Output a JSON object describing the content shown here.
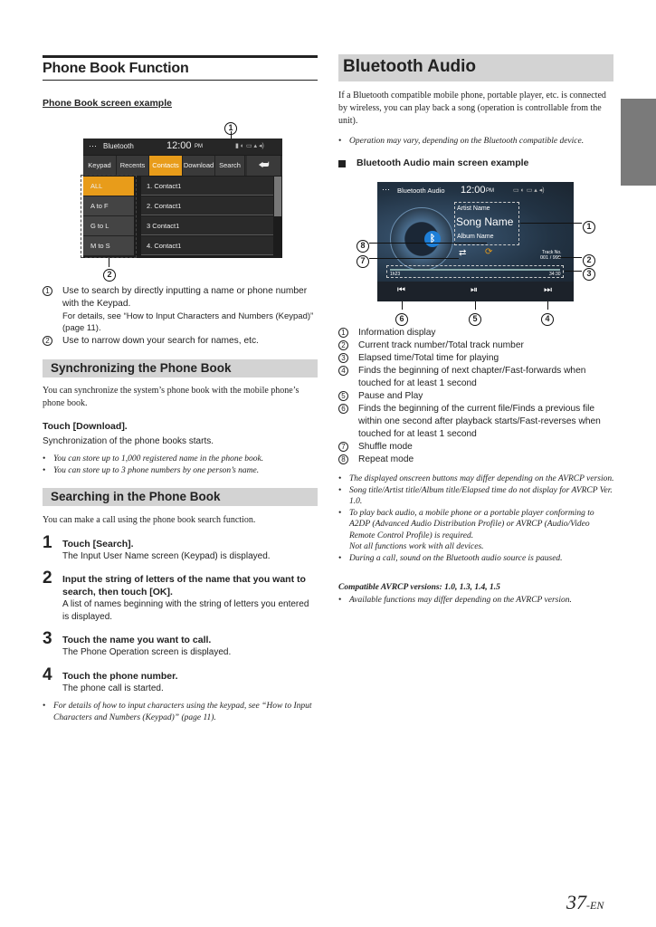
{
  "left": {
    "heading": "Phone Book Function",
    "example_title": "Phone Book screen example",
    "screen": {
      "app_label": "Bluetooth",
      "time": "12:00",
      "time_suffix": "PM",
      "tabs": [
        "Keypad",
        "Recents",
        "Contacts",
        "Download",
        "Search"
      ],
      "filters": [
        "ALL",
        "A to F",
        "G to L",
        "M to S"
      ],
      "contacts": [
        "1. Contact1",
        "2. Contact1",
        "3 Contact1",
        "4. Contact1"
      ]
    },
    "callout_1": "1",
    "callout_2": "2",
    "desc": [
      {
        "num": "1",
        "text": "Use to search by directly inputting a name or phone number with the Keypad.",
        "sub": "For details, see “How to Input Characters and Numbers (Keypad)” (page 11)."
      },
      {
        "num": "2",
        "text": "Use to narrow down your search for names, etc.",
        "sub": ""
      }
    ],
    "sync": {
      "title": "Synchronizing the Phone Book",
      "body": "You can synchronize the system’s phone book with the mobile phone’s phone book.",
      "touch_prefix": "Touch [",
      "touch_key": "Download",
      "touch_suffix": "].",
      "result": "Synchronization of the phone books starts.",
      "notes": [
        "You can store up to 1,000 registered name in the phone book.",
        "You can store up to 3 phone numbers by one person’s name."
      ]
    },
    "search": {
      "title": "Searching in the Phone Book",
      "body": "You can make a call using the phone book search function.",
      "steps": [
        {
          "num": "1",
          "title_a": "Touch [",
          "title_key": "Search",
          "title_b": "].",
          "desc": "The Input User Name screen (Keypad) is displayed."
        },
        {
          "num": "2",
          "title_a": "Input the string of letters of the name that you want to search, then touch [",
          "title_key": "OK",
          "title_b": "].",
          "desc": "A list of names beginning with the string of letters you entered is displayed."
        },
        {
          "num": "3",
          "title_a": "Touch the name you want to call.",
          "title_key": "",
          "title_b": "",
          "desc": "The Phone Operation screen is displayed."
        },
        {
          "num": "4",
          "title_a": "Touch the phone number.",
          "title_key": "",
          "title_b": "",
          "desc": "The phone call is started."
        }
      ],
      "note": "For details of how to input characters using the keypad, see “How to Input Characters and Numbers (Keypad)” (page 11)."
    }
  },
  "right": {
    "heading": "Bluetooth Audio",
    "intro": "If a Bluetooth compatible mobile phone, portable player, etc. is connected by wireless, you can play back a song (operation is controllable from the unit).",
    "intro_note": "Operation may vary, depending on the Bluetooth compatible device.",
    "example_title": "Bluetooth Audio main screen example",
    "screen": {
      "app_label": "Bluetooth Audio",
      "time": "12:00",
      "time_suffix": "PM",
      "artist": "Artist Name",
      "song": "Song Name",
      "album": "Album Name",
      "track_label": "Track No.",
      "track_value": "001 / 999",
      "elapsed": "1h23",
      "total": "34:30"
    },
    "callouts": [
      "1",
      "2",
      "3",
      "4",
      "5",
      "6",
      "7",
      "8"
    ],
    "items": [
      {
        "num": "1",
        "text": "Information display"
      },
      {
        "num": "2",
        "text": "Current track number/Total track number"
      },
      {
        "num": "3",
        "text": "Elapsed time/Total time for playing"
      },
      {
        "num": "4",
        "text": "Finds the beginning of next chapter/Fast-forwards when touched for at least 1 second"
      },
      {
        "num": "5",
        "text": "Pause and Play"
      },
      {
        "num": "6",
        "text": "Finds the beginning of the current file/Finds a previous file within one second after playback starts/Fast-reverses when touched for at least 1 second"
      },
      {
        "num": "7",
        "text": "Shuffle mode"
      },
      {
        "num": "8",
        "text": "Repeat mode"
      }
    ],
    "notes": [
      "The displayed onscreen buttons may differ depending on the AVRCP version.",
      "Song title/Artist title/Album title/Elapsed time do not display for AVRCP Ver. 1.0.",
      "To play back audio, a mobile phone or a portable player conforming to A2DP (Advanced Audio Distribution Profile) or AVRCP (Audio/Video Remote Control Profile) is required.",
      "Not all functions work with all devices.",
      "During a call, sound on the Bluetooth audio source is paused."
    ],
    "avrcp_title": "Compatible AVRCP versions: 1.0, 1.3, 1.4, 1.5",
    "avrcp_note": "Available functions may differ depending on the AVRCP version."
  },
  "page_number": "37",
  "page_suffix": "-EN",
  "colors": {
    "accent_orange": "#e89c1a",
    "grey_bar": "#d3d3d3",
    "side_tab": "#7a7a7a"
  }
}
